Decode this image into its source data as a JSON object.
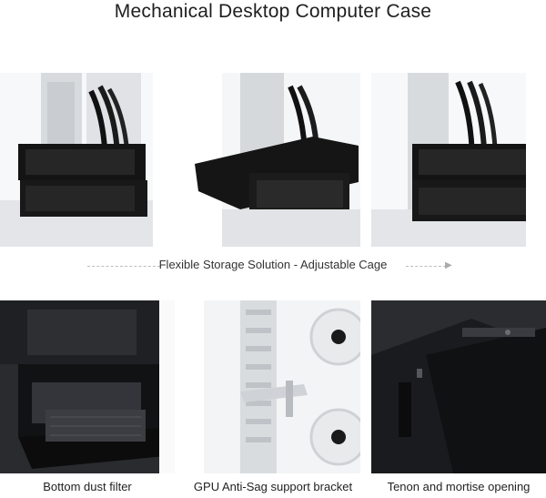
{
  "page_title": "Mechanical Desktop Computer Case",
  "top_row": {
    "caption": "Flexible Storage Solution - Adjustable Cage",
    "images": [
      {
        "alt": "Drive cage installed lower position"
      },
      {
        "alt": "Drive cage sliding out"
      },
      {
        "alt": "Drive cage repositioned"
      }
    ]
  },
  "bottom_row": [
    {
      "caption": "Bottom dust filter"
    },
    {
      "caption": "GPU Anti-Sag support bracket"
    },
    {
      "caption": "Tenon and mortise opening"
    }
  ],
  "icons": {
    "arrow": "chevron-right-icon"
  },
  "colors": {
    "case_white": "#f2f3f5",
    "case_black": "#1b1c1f",
    "cage_black": "#151515"
  }
}
